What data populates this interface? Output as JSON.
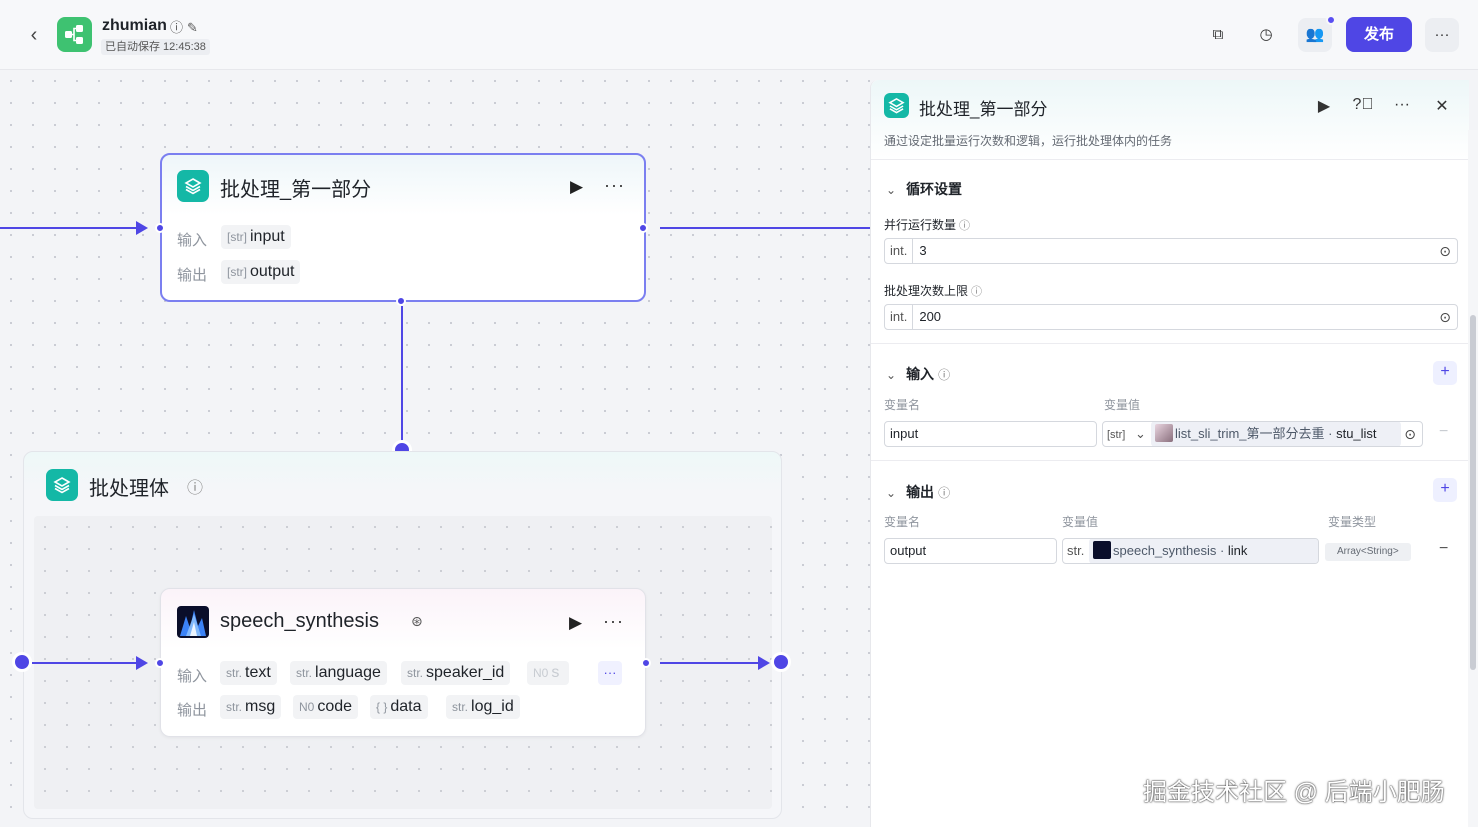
{
  "header": {
    "title": "zhumian",
    "autosave": "已自动保存 12:45:38",
    "publish_label": "发布"
  },
  "canvas": {
    "batch_node": {
      "title": "批处理_第一部分",
      "input_label": "输入",
      "output_label": "输出",
      "inputs": [
        {
          "type": "[str]",
          "name": "input"
        }
      ],
      "outputs": [
        {
          "type": "[str]",
          "name": "output"
        }
      ]
    },
    "group": {
      "title": "批处理体"
    },
    "speech_node": {
      "title": "speech_synthesis",
      "input_label": "输入",
      "output_label": "输出",
      "inputs": [
        {
          "type": "str.",
          "name": "text"
        },
        {
          "type": "str.",
          "name": "language"
        },
        {
          "type": "str.",
          "name": "speaker_id"
        },
        {
          "type": "N0",
          "name": "s"
        }
      ],
      "outputs": [
        {
          "type": "str.",
          "name": "msg"
        },
        {
          "type": "N0",
          "name": "code"
        },
        {
          "type": "{ }",
          "name": "data"
        },
        {
          "type": "str.",
          "name": "log_id"
        }
      ]
    }
  },
  "panel": {
    "title": "批处理_第一部分",
    "description": "通过设定批量运行次数和逻辑，运行批处理体内的任务",
    "loop_section": {
      "title": "循环设置",
      "parallel_label": "并行运行数量",
      "parallel_type": "int.",
      "parallel_value": "3",
      "limit_label": "批处理次数上限",
      "limit_type": "int.",
      "limit_value": "200"
    },
    "input_section": {
      "title": "输入",
      "col_name": "变量名",
      "col_value": "变量值",
      "row": {
        "name": "input",
        "type": "[str]",
        "ref_source": "list_sli_trim_第一部分去重 · ",
        "ref_field": "stu_list"
      }
    },
    "output_section": {
      "title": "输出",
      "col_name": "变量名",
      "col_value": "变量值",
      "col_type": "变量类型",
      "row": {
        "name": "output",
        "type": "str.",
        "ref_source": "speech_synthesis · ",
        "ref_field": "link",
        "var_type": "Array<String>"
      }
    }
  },
  "watermark": "掘金技术社区 @ 后端小肥肠",
  "colors": {
    "accent": "#4f46e5",
    "node_icon": "#14b8a6",
    "app_icon": "#3ec271"
  }
}
